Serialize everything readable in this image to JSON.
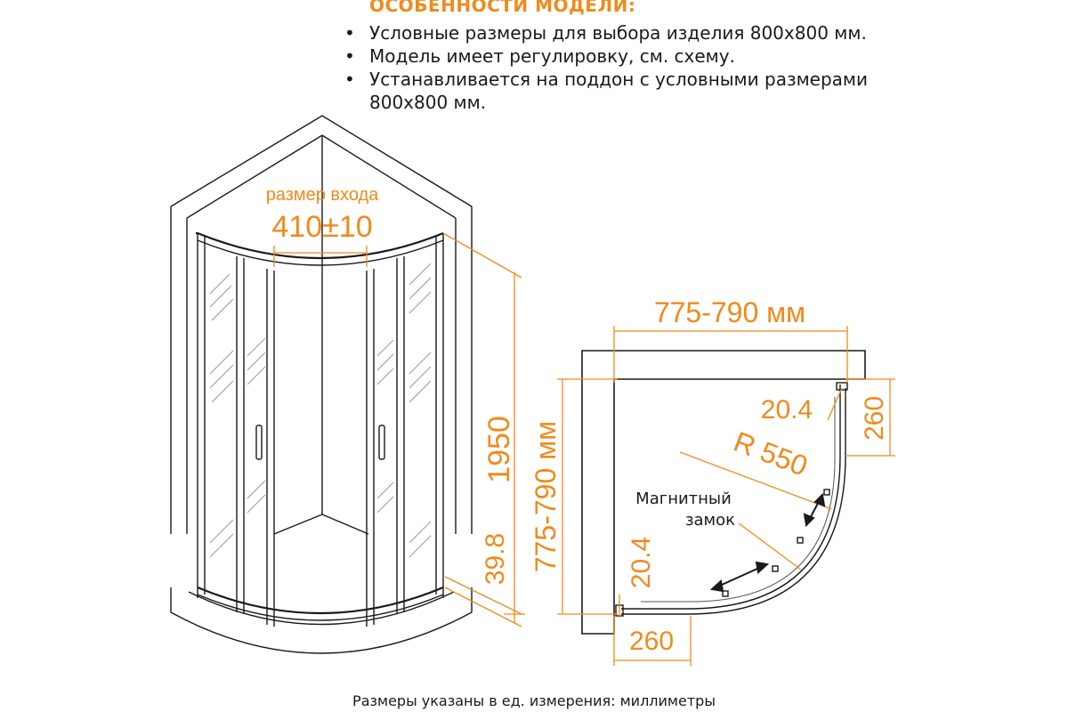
{
  "features": {
    "title": "ОСОБЕННОСТИ МОДЕЛИ:",
    "items": [
      "Условные размеры для выбора изделия 800х800 мм.",
      "Модель имеет регулировку, см. схему.",
      "Устанавливается на поддон с условными размерами 800х800 мм."
    ]
  },
  "perspective": {
    "entry_label": "размер входа",
    "entry_size": "410±10",
    "height": "1950",
    "tray_height": "39.8"
  },
  "plan": {
    "width": "775-790 мм",
    "depth": "775-790 мм",
    "profile_top": "20.4",
    "profile_left": "20.4",
    "panel_right": "260",
    "panel_bottom": "260",
    "radius": "R 550",
    "lock_label_line1": "Магнитный",
    "lock_label_line2": "замок"
  },
  "footer": "Размеры указаны в ед. измерения: миллиметры",
  "colors": {
    "accent": "#f08a1c",
    "line": "#1a1a1a"
  }
}
